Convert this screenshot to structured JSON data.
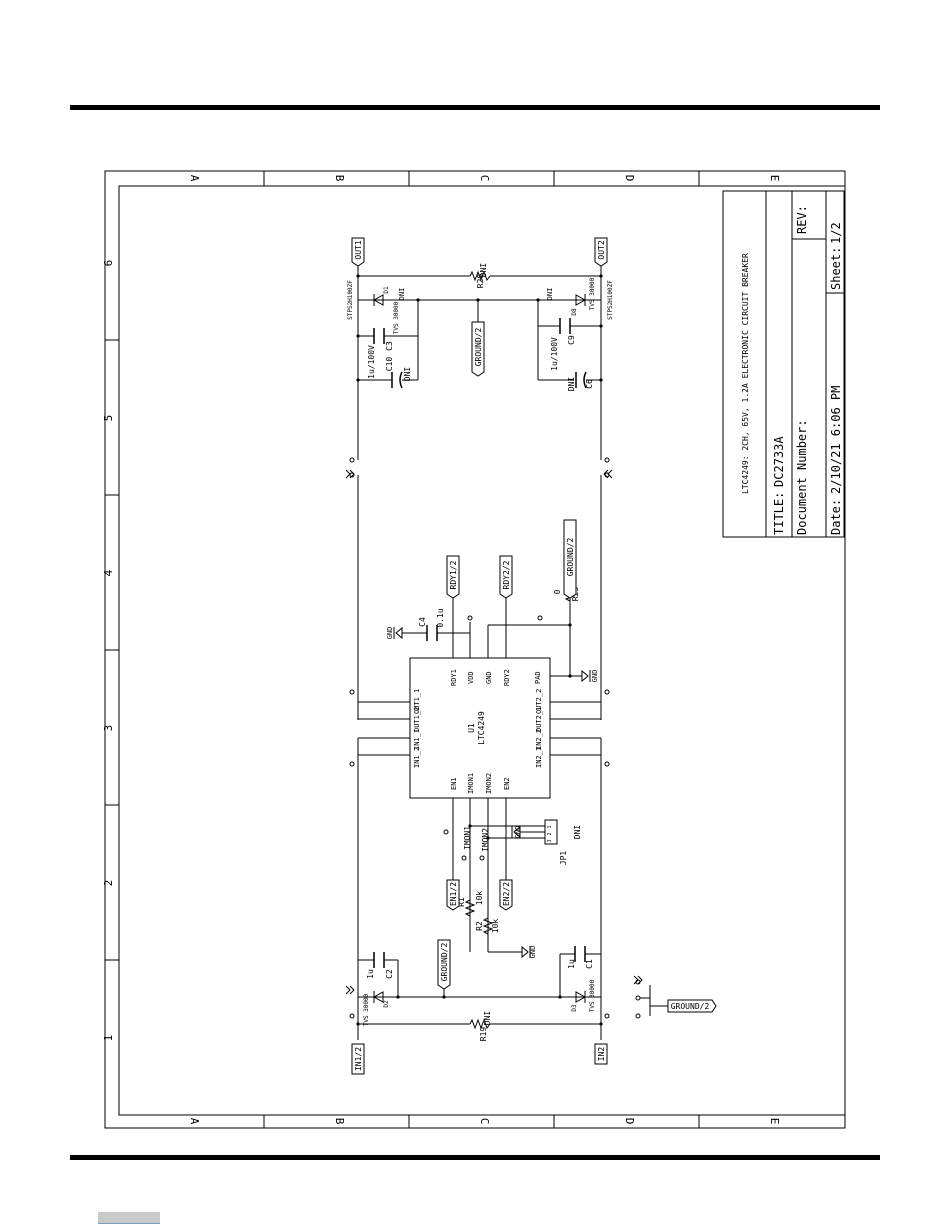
{
  "sheet": {
    "border_columns": [
      "A",
      "B",
      "C",
      "D",
      "E"
    ],
    "border_rows": [
      "1",
      "2",
      "3",
      "4",
      "5",
      "6"
    ]
  },
  "title_block": {
    "description": "LTC4249: 2CH, 65V, 1.2A ELECTRONIC CIRCUIT BREAKER",
    "title_label": "TITLE:",
    "title_value": "DC2733A",
    "document_number_label": "Document Number:",
    "document_number_value": "",
    "rev_label": "REV:",
    "rev_value": "",
    "date_label": "Date:",
    "date_value": "2/10/21 6:06 PM",
    "sheet_label": "Sheet:",
    "sheet_value": "1/2"
  },
  "ports": {
    "in1": "IN1/2",
    "in2": "IN2",
    "out1": "OUT1",
    "out2": "OUT2",
    "ground_top": "GROUND/2",
    "ground_bottom": "GROUND/2",
    "ground_right": "GROUND/2",
    "ground_far": "GROUND/2",
    "en1": "EN1/2",
    "en2": "EN2/2",
    "rdy1": "RDY1/2",
    "rdy2": "RDY2/2",
    "gnd": "GND"
  },
  "ic": {
    "ref": "U1",
    "part": "LTC4249",
    "pins_top": [
      "OUT1_1",
      "OUT1_2",
      "IN1_1",
      "IN1_2"
    ],
    "pins_bottom": [
      "OUT2_2",
      "OUT2_1",
      "IN2_2",
      "IN2_1"
    ],
    "pins_right": [
      "RDY1",
      "VDD",
      "GND",
      "RDY2",
      "PAD"
    ],
    "pins_left": [
      "EN1",
      "IMON1",
      "IMON2",
      "EN2"
    ]
  },
  "components": {
    "r20": {
      "ref": "R20",
      "value": "DNI"
    },
    "r19": {
      "ref": "R19",
      "value": "DNI"
    },
    "r23": {
      "ref": "R23",
      "value": "0"
    },
    "r1": {
      "ref": "R1",
      "value": "10k"
    },
    "r2": {
      "ref": "R2",
      "value": "10k"
    },
    "d1": {
      "ref": "D1",
      "value": "TVS 30000",
      "dni": "DNI"
    },
    "d8": {
      "ref": "D8",
      "value": "TVS 30000",
      "dni": "DNI"
    },
    "d2": {
      "ref": "D2",
      "value": "TVS 30000"
    },
    "d3": {
      "ref": "D3",
      "value": "TVS 30000"
    },
    "stps_top": "STPS2H100ZF",
    "stps_bottom": "STPS2H100ZF",
    "c3": {
      "ref": "C3",
      "value": "1u/100V"
    },
    "c10": {
      "ref": "C10",
      "dni": "DNI"
    },
    "c9": {
      "ref": "C9",
      "value": "1u/100V"
    },
    "c6": {
      "ref": "C6",
      "dni": "DNI"
    },
    "c2": {
      "ref": "C2",
      "value": "1u"
    },
    "c1": {
      "ref": "C1",
      "value": "1u"
    },
    "c4": {
      "ref": "C4",
      "value": "0.1u"
    },
    "jp1": {
      "ref": "JP1",
      "dni": "DNI",
      "pins": [
        "1",
        "2",
        "3"
      ]
    },
    "imon1": "IMON1",
    "imon2": "IMON2"
  }
}
